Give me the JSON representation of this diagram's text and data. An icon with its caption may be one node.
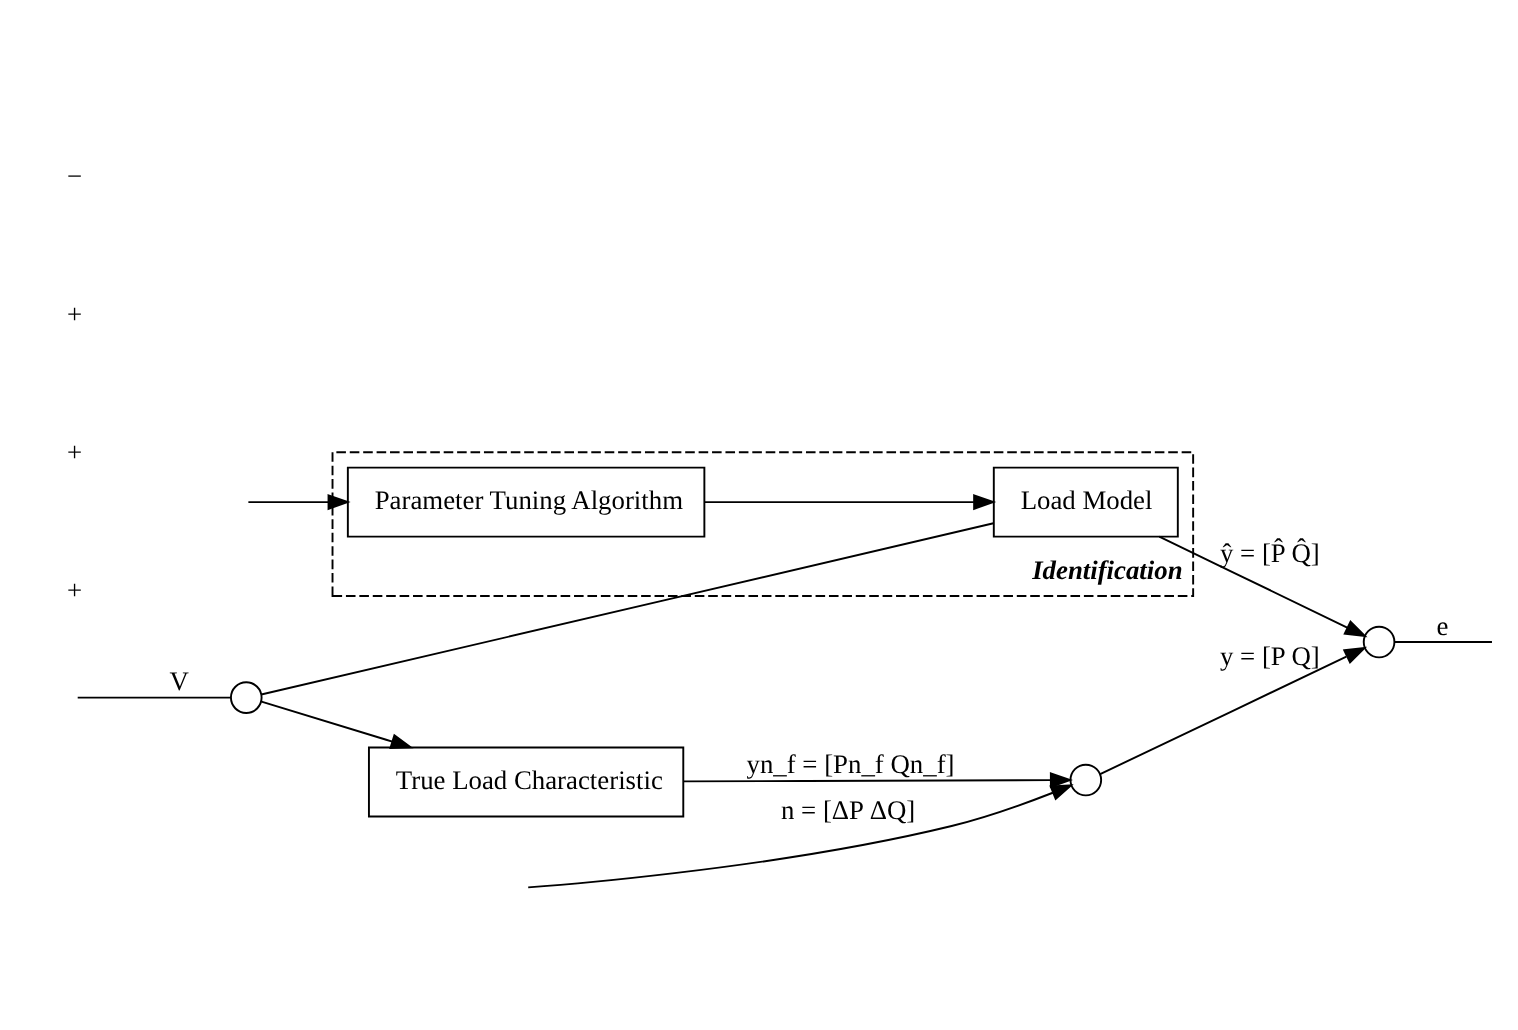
{
  "diagram": {
    "nodes": [
      {
        "text": [
          "True Load Characteristic"
        ]
      },
      {
        "text": [],
        "shape": "circle"
      },
      {
        "text": [],
        "shape": "circle"
      },
      {
        "text": [],
        "shape": "circle"
      },
      {
        "text": [
          "Identification"
        ]
      },
      {
        "text": [
          "Load Model"
        ],
        "in": 4
      },
      {
        "text": [
          "Parameter Tuning Algorithm"
        ],
        "in": 4
      }
    ],
    "edges": [
      {
        "from": null,
        "to": 1,
        "arrow": "none",
        "label": "V"
      },
      {
        "from": 1,
        "to": 0,
        "arrow": "to"
      },
      {
        "from": 1,
        "to": 5,
        "arrow": "none"
      },
      {
        "from": 0,
        "to": 2,
        "arrow": "to",
        "label": "yn_f = [Pn_f Qn_f]"
      },
      {
        "from": null,
        "to": 2,
        "arrow": "to",
        "label": "n = [ΔP ΔQ]"
      },
      {
        "from": 2,
        "to": 3,
        "arrow": "to",
        "label": "y = [P Q]"
      },
      {
        "from": 5,
        "to": 3,
        "arrow": "to",
        "label": "ŷ = [P̂ Q̂]"
      },
      {
        "from": 3,
        "to": null,
        "arrow": "none",
        "label": "e"
      },
      {
        "from": null,
        "to": 6,
        "arrow": "to"
      },
      {
        "from": 6,
        "to": 5,
        "arrow": "to"
      }
    ],
    "labels": [
      "+",
      "+",
      "+",
      "−"
    ]
  }
}
